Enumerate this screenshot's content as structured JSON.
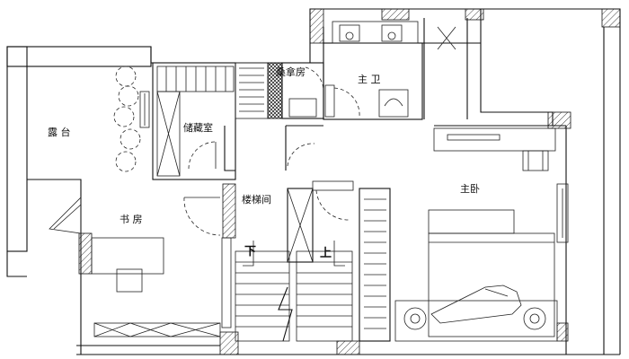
{
  "rooms": {
    "terrace": "露 台",
    "storage": "储藏室",
    "sauna": "桑拿房",
    "master_bath": "主 卫",
    "stairwell": "楼梯间",
    "study": "书 房",
    "master_bedroom": "主卧"
  },
  "stairs": {
    "down": "下",
    "up": "上"
  },
  "colors": {
    "line": "#111111",
    "background": "#ffffff"
  }
}
